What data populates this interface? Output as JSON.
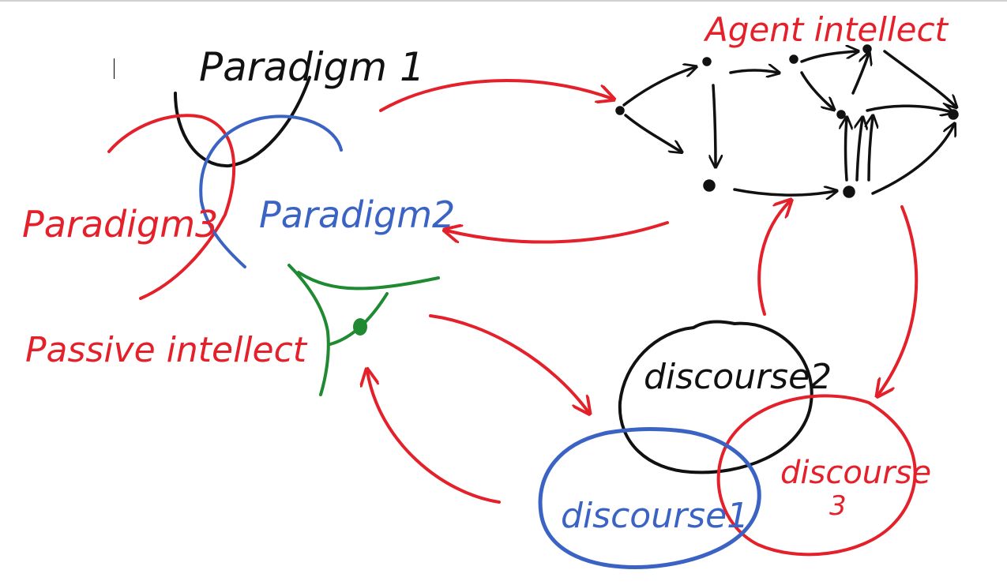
{
  "colors": {
    "black": "#111111",
    "red": "#e4202a",
    "blue": "#3a63c4",
    "green": "#1f8a32"
  },
  "labels": {
    "paradigm1": "Paradigm 1",
    "paradigm2": "Paradigm2",
    "paradigm3": "Paradigm3",
    "passive_intellect": "Passive intellect",
    "agent_intellect": "Agent intellect",
    "discourse1": "discourse1",
    "discourse2": "discourse2",
    "discourse3_line1": "discourse",
    "discourse3_line2": "3"
  }
}
